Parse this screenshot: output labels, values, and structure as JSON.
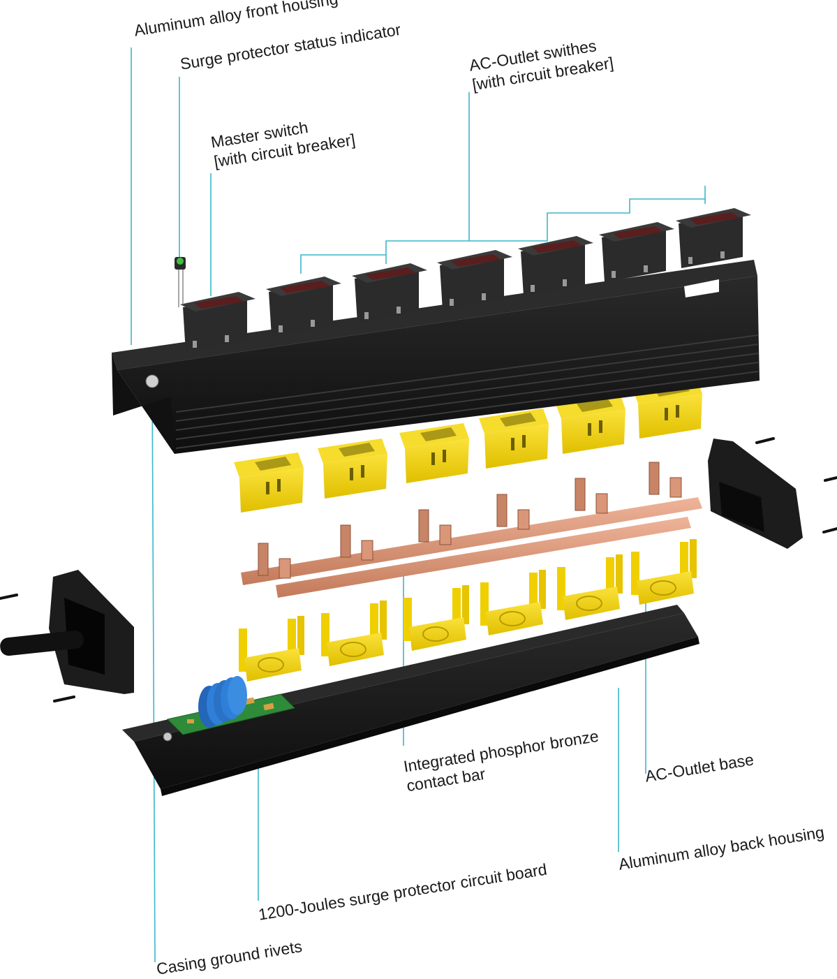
{
  "labels": {
    "front_housing": "Aluminum alloy front housing",
    "status_indicator": "Surge protector status indicator",
    "outlet_switches_1": "AC-Outlet swithes",
    "outlet_switches_2": "[with circuit breaker]",
    "master_switch_1": "Master switch",
    "master_switch_2": "[with circuit breaker]",
    "contact_bar_1": "Integrated phosphor bronze",
    "contact_bar_2": "contact bar",
    "outlet_base": "AC-Outlet base",
    "back_housing": "Aluminum alloy back housing",
    "circuit_board": "1200-Joules surge protector circuit board",
    "ground_rivets": "Casing ground rivets"
  },
  "colors": {
    "leader": "#3cb6c8",
    "housing": "#1c1c1c",
    "outlet_yellow": "#f2d20a",
    "copper": "#d9987a",
    "switch_red": "#5a1e1e",
    "pcb_green": "#2e8b3a",
    "mov_blue": "#2f7fd8"
  }
}
